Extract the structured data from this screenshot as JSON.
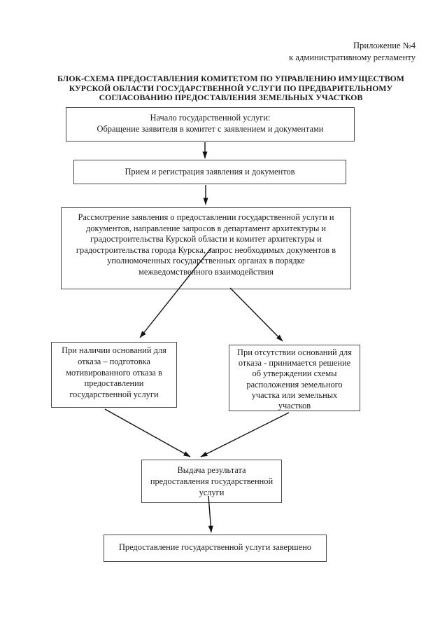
{
  "page": {
    "annotation": "Приложение №4\nк административному регламенту",
    "title": "БЛОК-СХЕМА ПРЕДОСТАВЛЕНИЯ КОМИТЕТОМ ПО УПРАВЛЕНИЮ ИМУЩЕСТВОМ\nКУРСКОЙ ОБЛАСТИ ГОСУДАРСТВЕННОЙ УСЛУГИ ПО ПРЕДВАРИТЕЛЬНОМУ\nСОГЛАСОВАНИЮ ПРЕДОСТАВЛЕНИЯ ЗЕМЕЛЬНЫХ УЧАСТКОВ"
  },
  "flowchart": {
    "nodes": {
      "start": "Начало государственной услуги:\nОбращение заявителя в комитет с заявлением и документами",
      "reception": "Прием и регистрация заявления и документов",
      "review": "Рассмотрение заявления о предоставлении государственной услуги и\nдокументов, направление запросов в департамент архитектуры и\nградостроительства Курской области и комитет архитектуры и\nградостроительства города Курска, запрос необходимых документов в\nуполномоченных государственных органах в порядке\nмежведомственного взаимодействия",
      "refusal": "При наличии оснований для\nотказа – подготовка\nмотивированного отказа в\nпредоставлении\nгосударственной услуги",
      "approval": "При отсутствии оснований для\nотказа - принимается решение\nоб утверждении схемы\nрасположения земельного\nучастка или земельных\nучастков",
      "issue": "Выдача результата\nпредоставления государственной\nуслуги",
      "finish": "Предоставление государственной услуги завершено"
    },
    "edges": [
      {
        "from": "start",
        "to": "reception"
      },
      {
        "from": "reception",
        "to": "review"
      },
      {
        "from": "review",
        "to": "refusal"
      },
      {
        "from": "review",
        "to": "approval"
      },
      {
        "from": "refusal",
        "to": "issue"
      },
      {
        "from": "approval",
        "to": "issue"
      },
      {
        "from": "issue",
        "to": "finish"
      }
    ],
    "colors": {
      "background": "#ffffff",
      "box_border": "#4a4a4a",
      "text": "#1d1d1d",
      "arrow": "#111111"
    }
  }
}
